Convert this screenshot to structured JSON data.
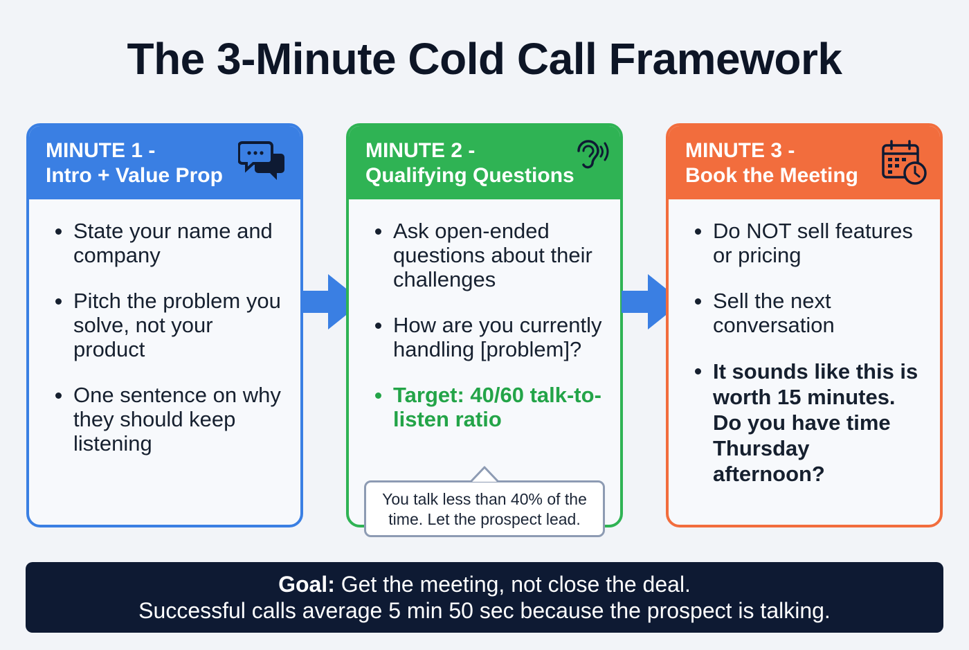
{
  "title": "The 3-Minute Cold Call Framework",
  "colors": {
    "minute1": "#3a7fe3",
    "minute2": "#2fb354",
    "minute3": "#f26d3d",
    "goal_bar": "#0e1a33",
    "arrow": "#3a7fe3"
  },
  "cards": [
    {
      "header_line1": "MINUTE 1 -",
      "header_line2": "Intro + Value Prop",
      "icon": "chat-bubbles-icon",
      "bullets": [
        "State your name and company",
        "Pitch the problem you solve, not your product",
        "One sentence on why they should keep listening"
      ]
    },
    {
      "header_line1": "MINUTE 2 -",
      "header_line2": "Qualifying Questions",
      "icon": "listening-ear-icon",
      "bullets": [
        "Ask open-ended questions about their challenges",
        "How are you currently handling [problem]?",
        "Target: 40/60 talk-to-listen ratio"
      ],
      "callout_line1": "You talk less than 40% of the",
      "callout_line2": "time. Let the prospect lead."
    },
    {
      "header_line1": "MINUTE 3 -",
      "header_line2": "Book the Meeting",
      "icon": "calendar-clock-icon",
      "bullets": [
        "Do NOT sell features or pricing",
        "Sell the next conversation",
        "It sounds like this is worth 15 minutes. Do you have time Thursday afternoon?"
      ]
    }
  ],
  "goal": {
    "label": "Goal:",
    "text": "Get the meeting, not close the deal.",
    "line2": "Successful calls average 5 min 50 sec because the prospect is talking."
  }
}
